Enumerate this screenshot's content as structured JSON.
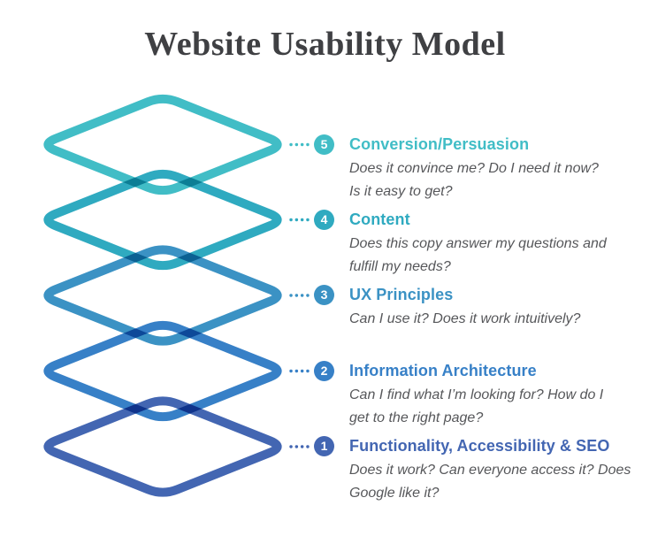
{
  "title": "Website Usability Model",
  "colors": {
    "background": "#FFFFFF",
    "title_text": "#3F4043",
    "description_text": "#56575A"
  },
  "levels": [
    {
      "number": "5",
      "heading": "Conversion/Persuasion",
      "description": "Does it convince me? Do I need it now?\nIs it easy to get?",
      "accent_color": "#41BDC6"
    },
    {
      "number": "4",
      "heading": "Content",
      "description": "Does this copy answer my questions and\nfulfill my needs?",
      "accent_color": "#2FAAC0"
    },
    {
      "number": "3",
      "heading": "UX Principles",
      "description": "Can I use it? Does it work intuitively?",
      "accent_color": "#3B92C4"
    },
    {
      "number": "2",
      "heading": "Information Architecture",
      "description": "Can I find what I’m looking for? How do I\nget to the right page?",
      "accent_color": "#3780C7"
    },
    {
      "number": "1",
      "heading": "Functionality, Accessibility & SEO",
      "description": "Does it work? Can everyone access it? Does\nGoogle like it?",
      "accent_color": "#4366B2"
    }
  ]
}
